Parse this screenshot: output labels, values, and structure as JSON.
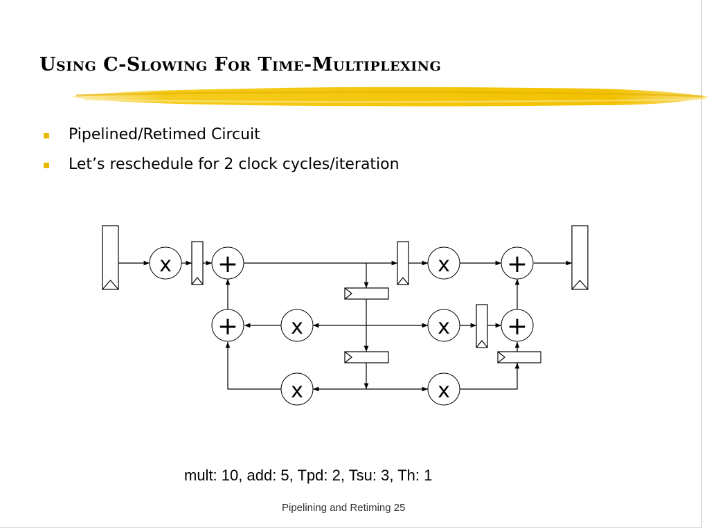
{
  "slide": {
    "title": "Using C-Slowing For Time-Multiplexing",
    "bullets": [
      "Pipelined/Retimed Circuit",
      "Let’s reschedule for 2 clock cycles/iteration"
    ],
    "parameters": "mult: 10, add: 5, Tpd: 2, Tsu: 3, Th: 1",
    "footer": "Pipelining and Retiming 25"
  },
  "diagram": {
    "multiplier_symbol": "x",
    "adder_symbol": "+",
    "multipliers": [
      "mult-top-left",
      "mult-top-right",
      "mult-mid-left",
      "mult-mid-right",
      "mult-bot-left",
      "mult-bot-right"
    ],
    "adders": [
      "add-top-left",
      "add-top-right",
      "add-mid-left",
      "add-mid-right"
    ]
  },
  "colors": {
    "highlight": "#f2c200",
    "bullet": "#e6b800",
    "line": "#000000"
  }
}
